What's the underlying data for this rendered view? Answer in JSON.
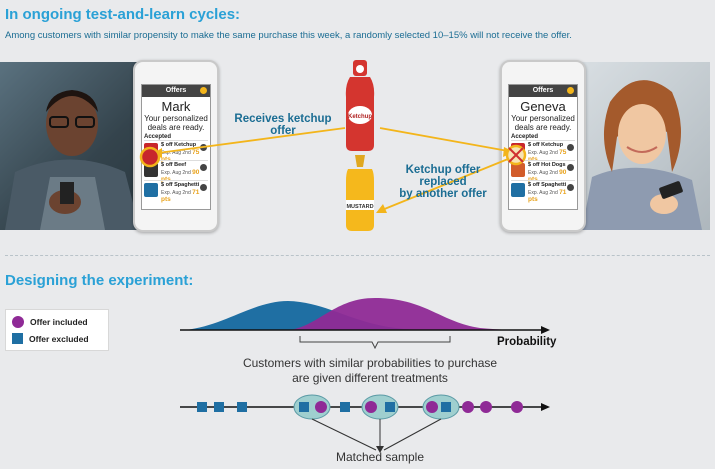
{
  "header": {
    "title": "In ongoing test-and-learn cycles:",
    "subtitle": "Among customers with similar propensity to make the same purchase this week, a randomly selected 10–15% will not receive the offer."
  },
  "left_phone": {
    "app_title": "Offers",
    "customer_name": "Mark",
    "tagline": "Your personalized deals are ready.",
    "section": "Accepted",
    "deals": [
      {
        "title": "$ off Ketchup",
        "expiry": "Exp. Aug 2nd",
        "points": "75 pts"
      },
      {
        "title": "$ off Beef",
        "expiry": "Exp. Aug 2nd",
        "points": "90 pts"
      },
      {
        "title": "$ off Spaghetti",
        "expiry": "Exp. Aug 2nd",
        "points": "71 pts"
      }
    ]
  },
  "right_phone": {
    "app_title": "Offers",
    "customer_name": "Geneva",
    "tagline": "Your personalized deals are ready.",
    "section": "Accepted",
    "deals": [
      {
        "title": "$ off Ketchup",
        "expiry": "Exp. Aug 2nd",
        "points": "75 pts"
      },
      {
        "title": "$ off Hot Dogs",
        "expiry": "Exp. Aug 2nd",
        "points": "90 pts"
      },
      {
        "title": "$ off Spaghetti",
        "expiry": "Exp. Aug 2nd",
        "points": "71 pts"
      }
    ]
  },
  "products": {
    "ketchup_label": "Ketchup",
    "mustard_label": "MUSTARD"
  },
  "annotations": {
    "receives": "Receives ketchup offer",
    "replaced_line1": "Ketchup offer replaced",
    "replaced_line2": "by another offer"
  },
  "experiment": {
    "title": "Designing the experiment:",
    "legend": [
      {
        "label": "Offer included",
        "color": "#8f2a96",
        "shape": "circle"
      },
      {
        "label": "Offer excluded",
        "color": "#1f6fa3",
        "shape": "square"
      }
    ],
    "axis_label": "Probability",
    "caption_line1": "Customers with similar probabilities to purchase",
    "caption_line2": "are given different treatments",
    "matched_label": "Matched sample"
  },
  "colors": {
    "heading": "#2aa1d6",
    "text_blue": "#1b6d93",
    "included": "#8f2a96",
    "excluded": "#1f6fa3",
    "arrow": "#f3b51b",
    "match_group": "#9fcfcf"
  }
}
